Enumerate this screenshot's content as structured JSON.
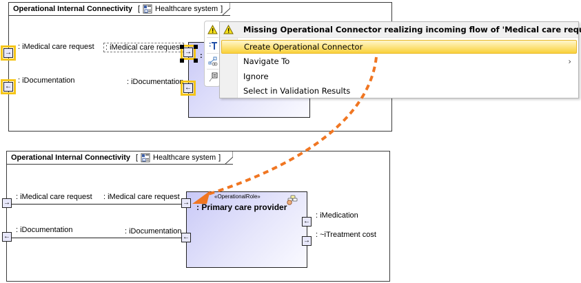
{
  "top_diagram": {
    "frame_title": "Operational Internal Connectivity",
    "context_open": "[",
    "context_name": "Healthcare system",
    "context_close": "]",
    "ports": [
      {
        "label": ": iMedical care request",
        "direction": "in",
        "highlighted": true
      },
      {
        "label": ": iDocumentation",
        "direction": "out",
        "highlighted": true
      }
    ],
    "part_ports": [
      {
        "label": ": iMedical care request",
        "direction": "in",
        "highlighted": true,
        "selected": true
      },
      {
        "label": ": iDocumentation",
        "direction": "out",
        "highlighted": true
      }
    ],
    "part_name_fragment": ":"
  },
  "smart_toolbar": {
    "buttons": [
      {
        "icon": "warning-icon"
      },
      {
        "icon": "text-format-icon"
      },
      {
        "icon": "connector-icon"
      },
      {
        "icon": "note-icon"
      }
    ]
  },
  "context_menu": {
    "header": "Missing Operational Connector realizing incoming flow of 'Medical care request'",
    "items": [
      {
        "label": "Create Operational Connector",
        "selected": true,
        "submenu": false
      },
      {
        "label": "Navigate To",
        "selected": false,
        "submenu": true
      },
      {
        "label": "Ignore",
        "selected": false,
        "submenu": false
      },
      {
        "label": "Select in Validation Results",
        "selected": false,
        "submenu": false
      }
    ],
    "submenu_arrow": "›"
  },
  "bottom_diagram": {
    "frame_title": "Operational Internal Connectivity",
    "context_open": "[",
    "context_name": "Healthcare system",
    "context_close": "]",
    "ports": [
      {
        "label": ": iMedical care request",
        "direction": "in"
      },
      {
        "label": ": iDocumentation",
        "direction": "out"
      }
    ],
    "part": {
      "stereotype": "«OperationalRole»",
      "name": ": Primary care provider",
      "ports_left": [
        {
          "label": ": iMedical care request",
          "direction": "in"
        },
        {
          "label": ": iDocumentation",
          "direction": "out"
        }
      ],
      "ports_right": [
        {
          "label": ": iMedication",
          "direction": "out"
        },
        {
          "label": ": ~iTreatment cost",
          "direction": "in"
        }
      ]
    }
  },
  "glyphs": {
    "arrow_in": "→",
    "arrow_out": "←"
  },
  "colors": {
    "highlight": "#f5c518",
    "annotation_arrow": "#f07622",
    "menu_selected": "#f9d13a",
    "block_fill": "#d8d8f8"
  }
}
